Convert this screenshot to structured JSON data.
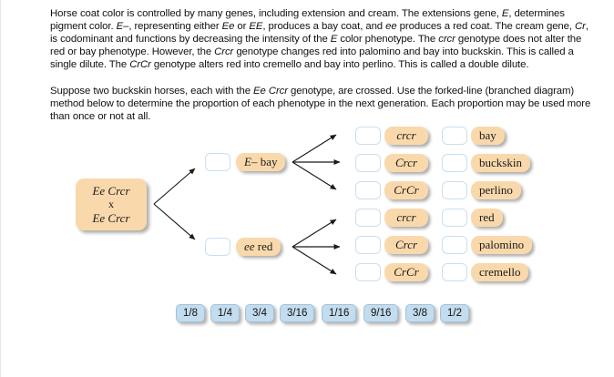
{
  "passage": {
    "intro_html": "Horse coat color is controlled by many genes, including extension and cream. The extensions gene, <i>E</i>, determines pigment color. <i>E&#8211;</i>, representing either <i>Ee</i> or <i>EE</i>, produces a bay coat, and <i>ee</i> produces a red coat. The cream gene, <i>Cr</i>, is codominant and functions by decreasing the intensity of the <i>E</i> color phenotype. The <i>crcr</i> genotype does not alter the red or bay phenotype. However, the <i>Crcr</i> genotype changes red into palomino and bay into buckskin. This is called a single dilute. The <i>CrCr</i> genotype alters red into cremello and bay into perlino. This is called a double dilute.",
    "task_html": "Suppose two buckskin horses, each with the <i>Ee Crcr</i> genotype, are crossed. Use the forked-line (branched diagram) method below to determine the proportion of each phenotype in the next generation. Each proportion may be used more than once or not at all."
  },
  "diagram": {
    "parent": {
      "line1": "Ee Crcr",
      "cross_symbol": "x",
      "line2": "Ee Crcr"
    },
    "level1": [
      {
        "genotype": "E–",
        "phenotype": "bay"
      },
      {
        "genotype": "ee",
        "phenotype": "red"
      }
    ],
    "level2_genotypes": [
      "crcr",
      "Crcr",
      "CrCr",
      "crcr",
      "Crcr",
      "CrCr"
    ],
    "level3_phenotypes": [
      "bay",
      "buckskin",
      "perlino",
      "red",
      "palomino",
      "cremello"
    ],
    "slot_placeholder": ""
  },
  "fractions": [
    "1/8",
    "1/4",
    "3/4",
    "3/16",
    "1/16",
    "9/16",
    "3/8",
    "1/2"
  ],
  "colors": {
    "chip_fill": "#f9d9ac",
    "fraction_fill": "#c3dcee",
    "fraction_border": "#9fc2da",
    "slot_border": "#c9dff0",
    "page_background": "#ffffff",
    "text": "#111111"
  }
}
